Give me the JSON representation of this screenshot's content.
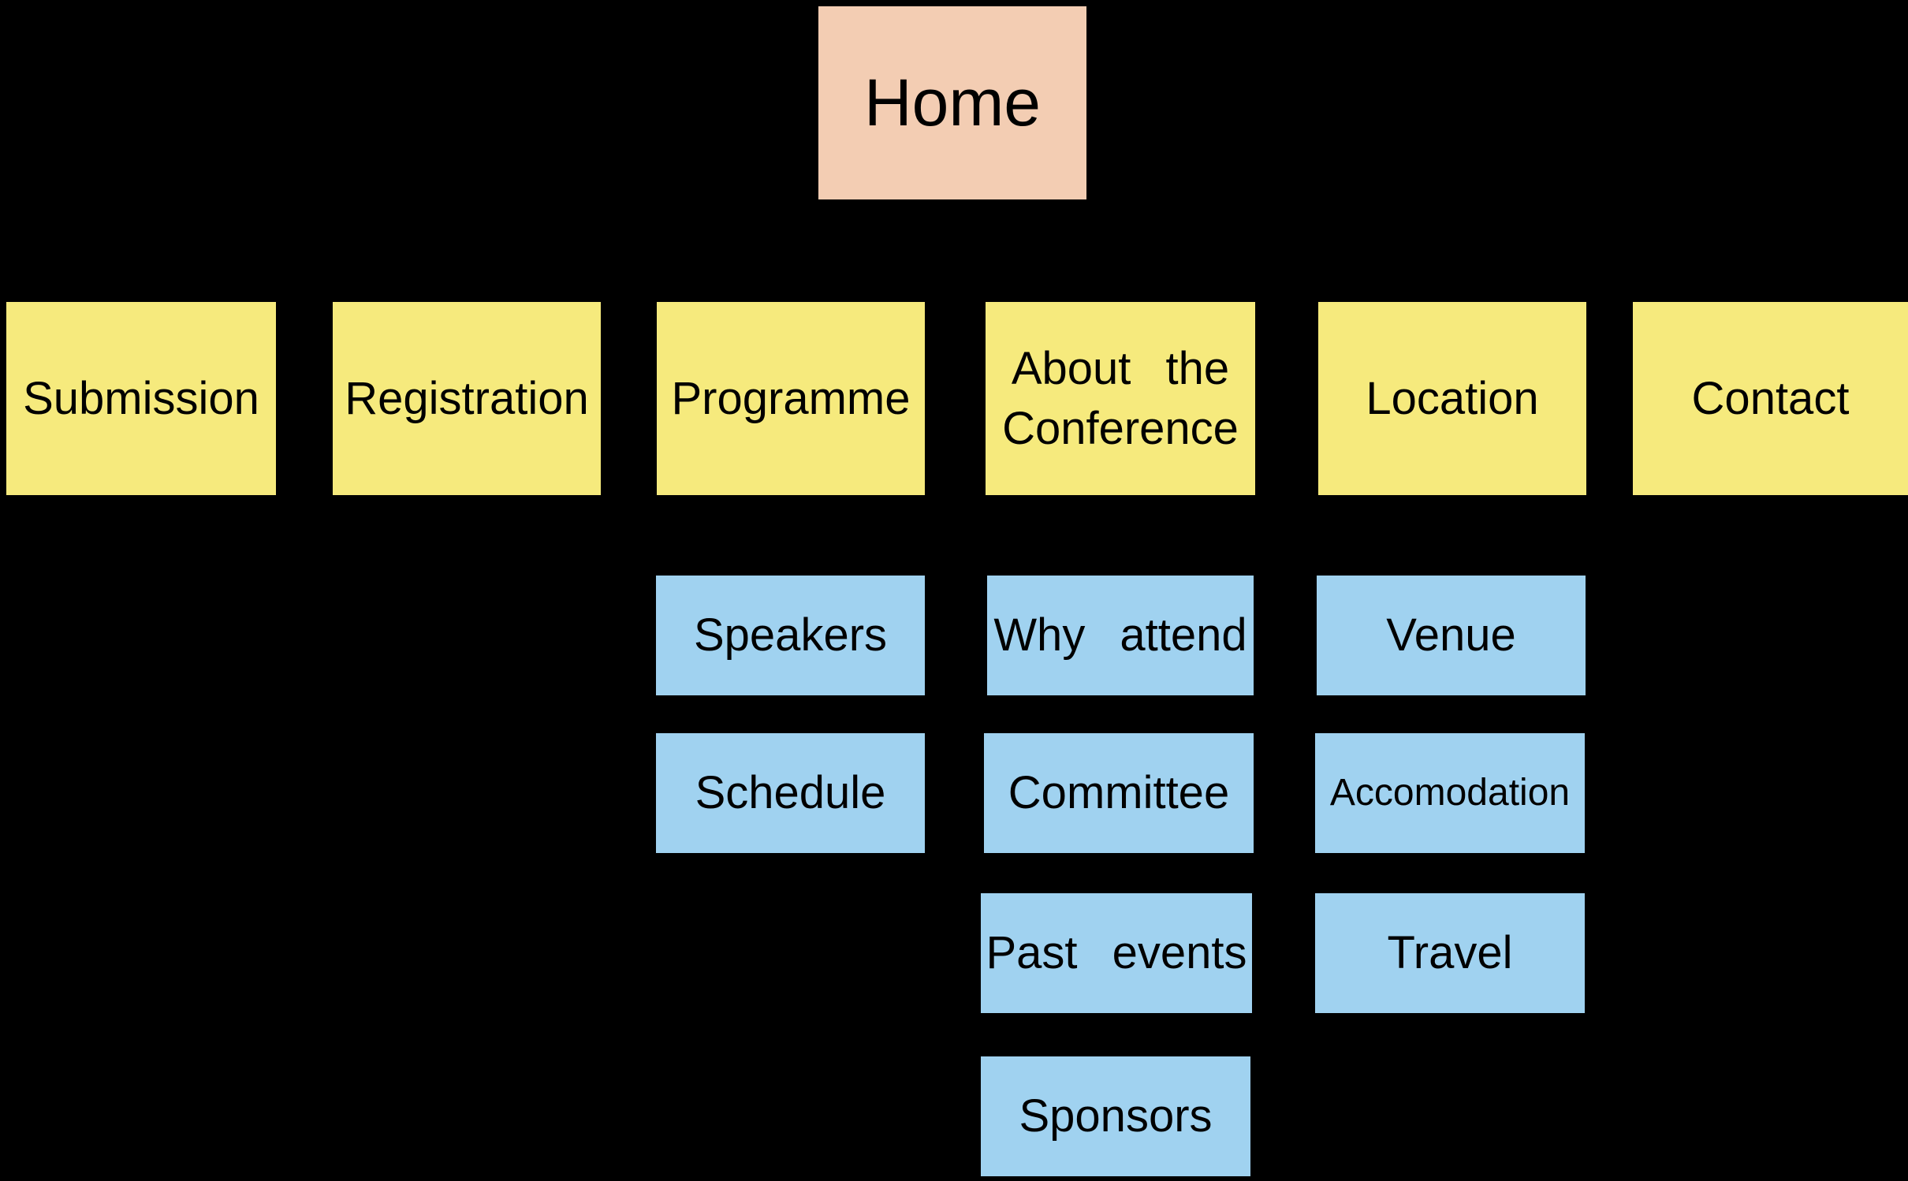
{
  "colors": {
    "background": "#000000",
    "home_fill": "#F3CDB3",
    "section_fill": "#F6EA7D",
    "subpage_fill": "#A0D2F0",
    "text": "#000000"
  },
  "nodes": {
    "home": {
      "label": "Home"
    },
    "sections": [
      {
        "label": "Submission"
      },
      {
        "label": "Registration"
      },
      {
        "label": "Programme"
      },
      {
        "label": "About the\nConference"
      },
      {
        "label": "Location"
      },
      {
        "label": "Contact"
      }
    ],
    "programme_children": [
      {
        "label": "Speakers"
      },
      {
        "label": "Schedule"
      }
    ],
    "about_children": [
      {
        "label": "Why attend"
      },
      {
        "label": "Committee"
      },
      {
        "label": "Past events"
      },
      {
        "label": "Sponsors"
      }
    ],
    "location_children": [
      {
        "label": "Venue"
      },
      {
        "label": "Accomodation"
      },
      {
        "label": "Travel"
      }
    ]
  }
}
